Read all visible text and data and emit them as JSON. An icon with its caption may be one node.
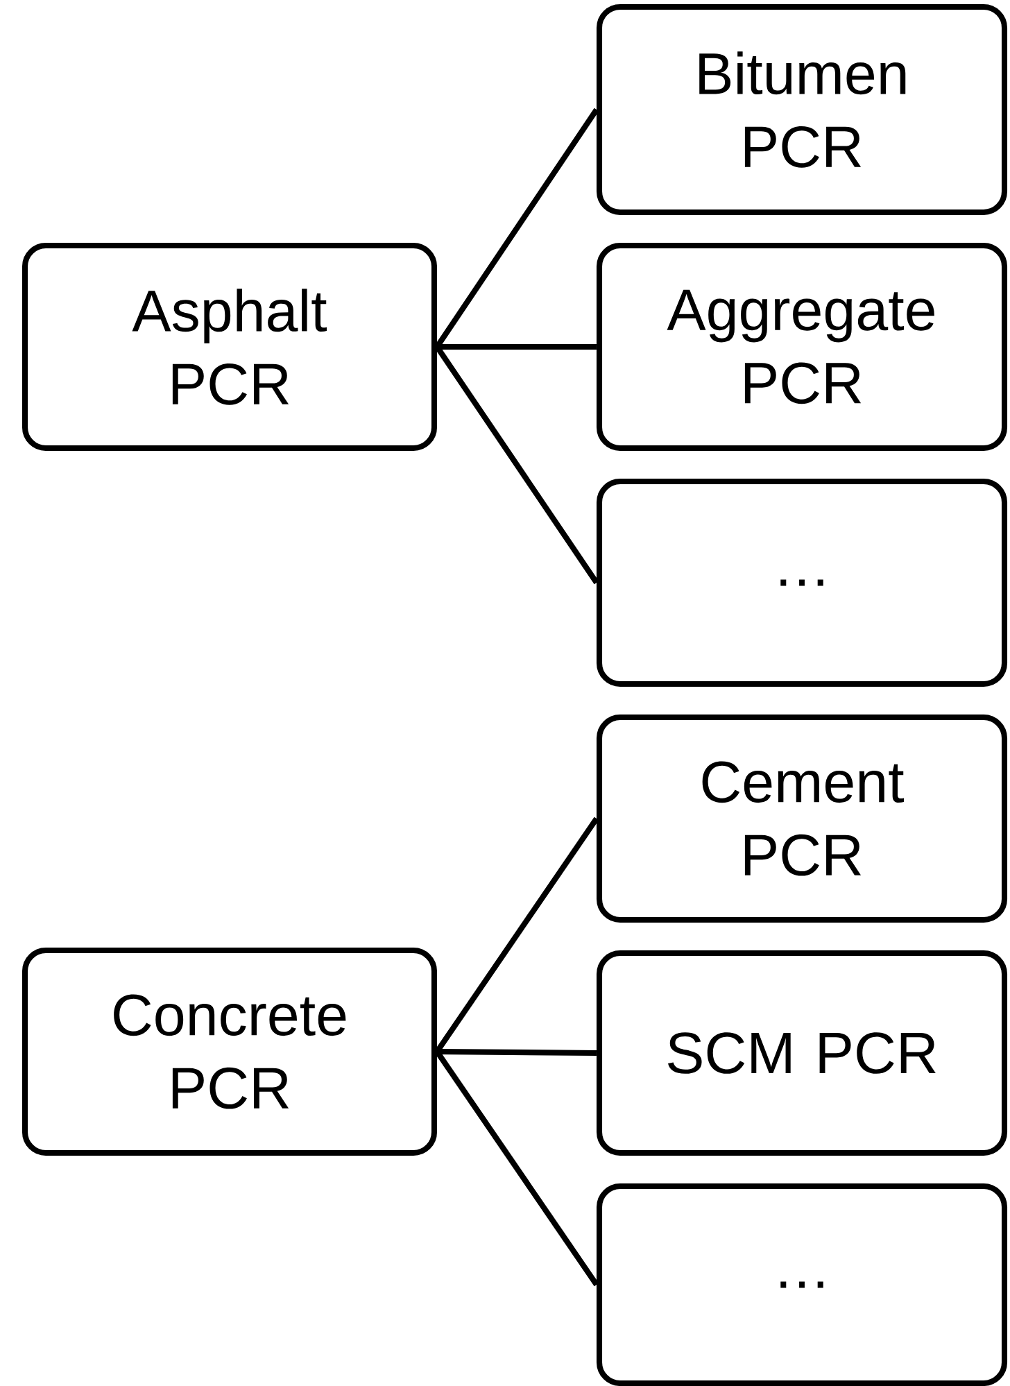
{
  "diagram": {
    "nodes": [
      {
        "text": [
          "Asphalt PCR"
        ]
      },
      {
        "text": [
          "Bitumen PCR"
        ]
      },
      {
        "text": [
          "Aggregate PCR"
        ]
      },
      {
        "text": [
          "…"
        ]
      },
      {
        "text": [
          "Concrete PCR"
        ]
      },
      {
        "text": [
          "Cement PCR"
        ]
      },
      {
        "text": [
          "SCM PCR"
        ]
      },
      {
        "text": [
          "…"
        ]
      }
    ],
    "edges": [
      {
        "from": 0,
        "to": 1,
        "arrow": "none"
      },
      {
        "from": 0,
        "to": 2,
        "arrow": "none"
      },
      {
        "from": 0,
        "to": 3,
        "arrow": "none"
      },
      {
        "from": 4,
        "to": 5,
        "arrow": "none"
      },
      {
        "from": 4,
        "to": 6,
        "arrow": "none"
      },
      {
        "from": 4,
        "to": 7,
        "arrow": "none"
      }
    ]
  }
}
